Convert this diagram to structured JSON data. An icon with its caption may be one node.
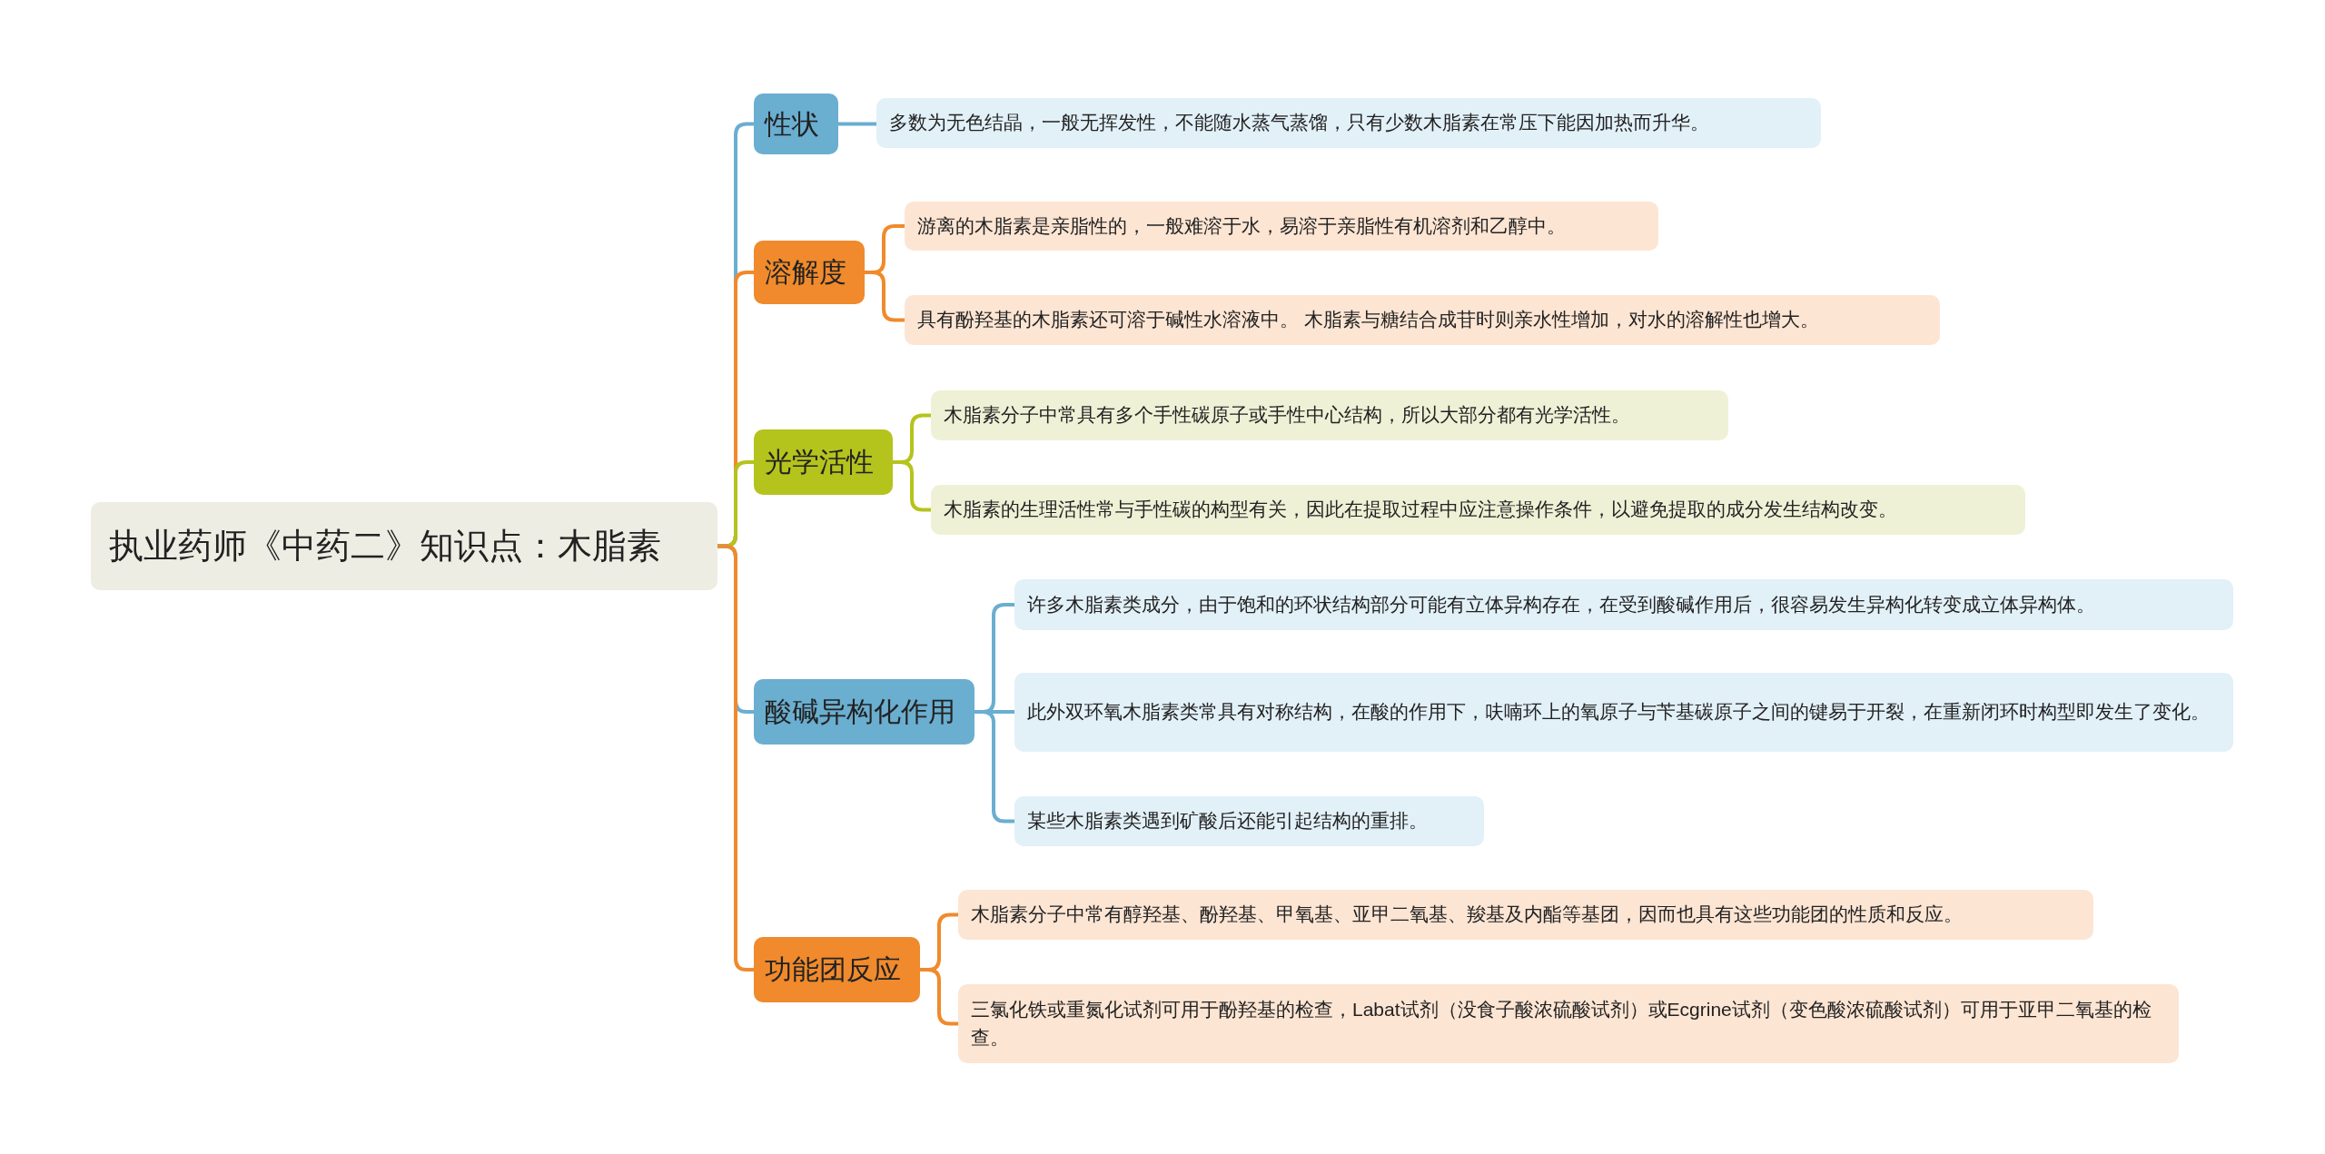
{
  "diagram": {
    "nodes": [
      {
        "text": [
          "执业药师《中药二》知识点：木脂素"
        ]
      },
      {
        "text": [
          "性状"
        ]
      },
      {
        "text": [
          "多数为无色结晶，一般无挥发性，不能随水蒸气蒸馏，只有少数木脂素在常压下能因加热而升华。"
        ]
      },
      {
        "text": [
          "溶解度"
        ]
      },
      {
        "text": [
          "游离的木脂素是亲脂性的，一般难溶于水，易溶于亲脂性有机溶剂和乙醇中。"
        ]
      },
      {
        "text": [
          "具有酚羟基的木脂素还可溶于碱性水溶液中。 木脂素与糖结合成苷时则亲水性增加，对水的溶解性也增大。"
        ]
      },
      {
        "text": [
          "光学活性"
        ]
      },
      {
        "text": [
          "木脂素分子中常具有多个手性碳原子或手性中心结构，所以大部分都有光学活性。"
        ]
      },
      {
        "text": [
          "木脂素的生理活性常与手性碳的构型有关，因此在提取过程中应注意操作条件，以避免提取的成分发生结构改变。"
        ]
      },
      {
        "text": [
          "酸碱异构化作用"
        ]
      },
      {
        "text": [
          "许多木脂素类成分，由于饱和的环状结构部分可能有立体异构存在，在受到酸碱作用后，很容易发生异构化转变成立体异构体。"
        ]
      },
      {
        "text": [
          "此外双环氧木脂素类常具有对称结构，在酸的作用下，呋喃环上的氧原子与苄基碳原子之间的键易于开裂，在重新闭环时构型即发生了变化。"
        ]
      },
      {
        "text": [
          "某些木脂素类遇到矿酸后还能引起结构的重排。"
        ]
      },
      {
        "text": [
          "功能团反应"
        ]
      },
      {
        "text": [
          "木脂素分子中常有醇羟基、酚羟基、甲氧基、亚甲二氧基、羧基及内酯等基团，因而也具有这些功能团的性质和反应。"
        ]
      },
      {
        "text": [
          "三氯化铁或重氮化试剂可用于酚羟基的检查，Labat试剂（没食子酸浓硫酸试剂）或Ecgrine试剂（变色酸浓硫酸试剂）可用于亚甲二氧基的检查。"
        ]
      }
    ],
    "edges": [
      {
        "from": 0,
        "to": 1,
        "arrow": "none",
        "color": "#6aaed0"
      },
      {
        "from": 1,
        "to": 2,
        "arrow": "none",
        "color": "#6aaed0"
      },
      {
        "from": 0,
        "to": 3,
        "arrow": "none",
        "color": "#f08a2c"
      },
      {
        "from": 3,
        "to": 4,
        "arrow": "none",
        "color": "#f08a2c"
      },
      {
        "from": 3,
        "to": 5,
        "arrow": "none",
        "color": "#f08a2c"
      },
      {
        "from": 0,
        "to": 6,
        "arrow": "none",
        "color": "#b5c31d"
      },
      {
        "from": 6,
        "to": 7,
        "arrow": "none",
        "color": "#b5c31d"
      },
      {
        "from": 6,
        "to": 8,
        "arrow": "none",
        "color": "#b5c31d"
      },
      {
        "from": 0,
        "to": 9,
        "arrow": "none",
        "color": "#6aaed0"
      },
      {
        "from": 9,
        "to": 10,
        "arrow": "none",
        "color": "#6aaed0"
      },
      {
        "from": 9,
        "to": 11,
        "arrow": "none",
        "color": "#6aaed0"
      },
      {
        "from": 9,
        "to": 12,
        "arrow": "none",
        "color": "#6aaed0"
      },
      {
        "from": 0,
        "to": 13,
        "arrow": "none",
        "color": "#f08a2c"
      },
      {
        "from": 13,
        "to": 14,
        "arrow": "none",
        "color": "#f08a2c"
      },
      {
        "from": 13,
        "to": 15,
        "arrow": "none",
        "color": "#f08a2c"
      }
    ]
  }
}
